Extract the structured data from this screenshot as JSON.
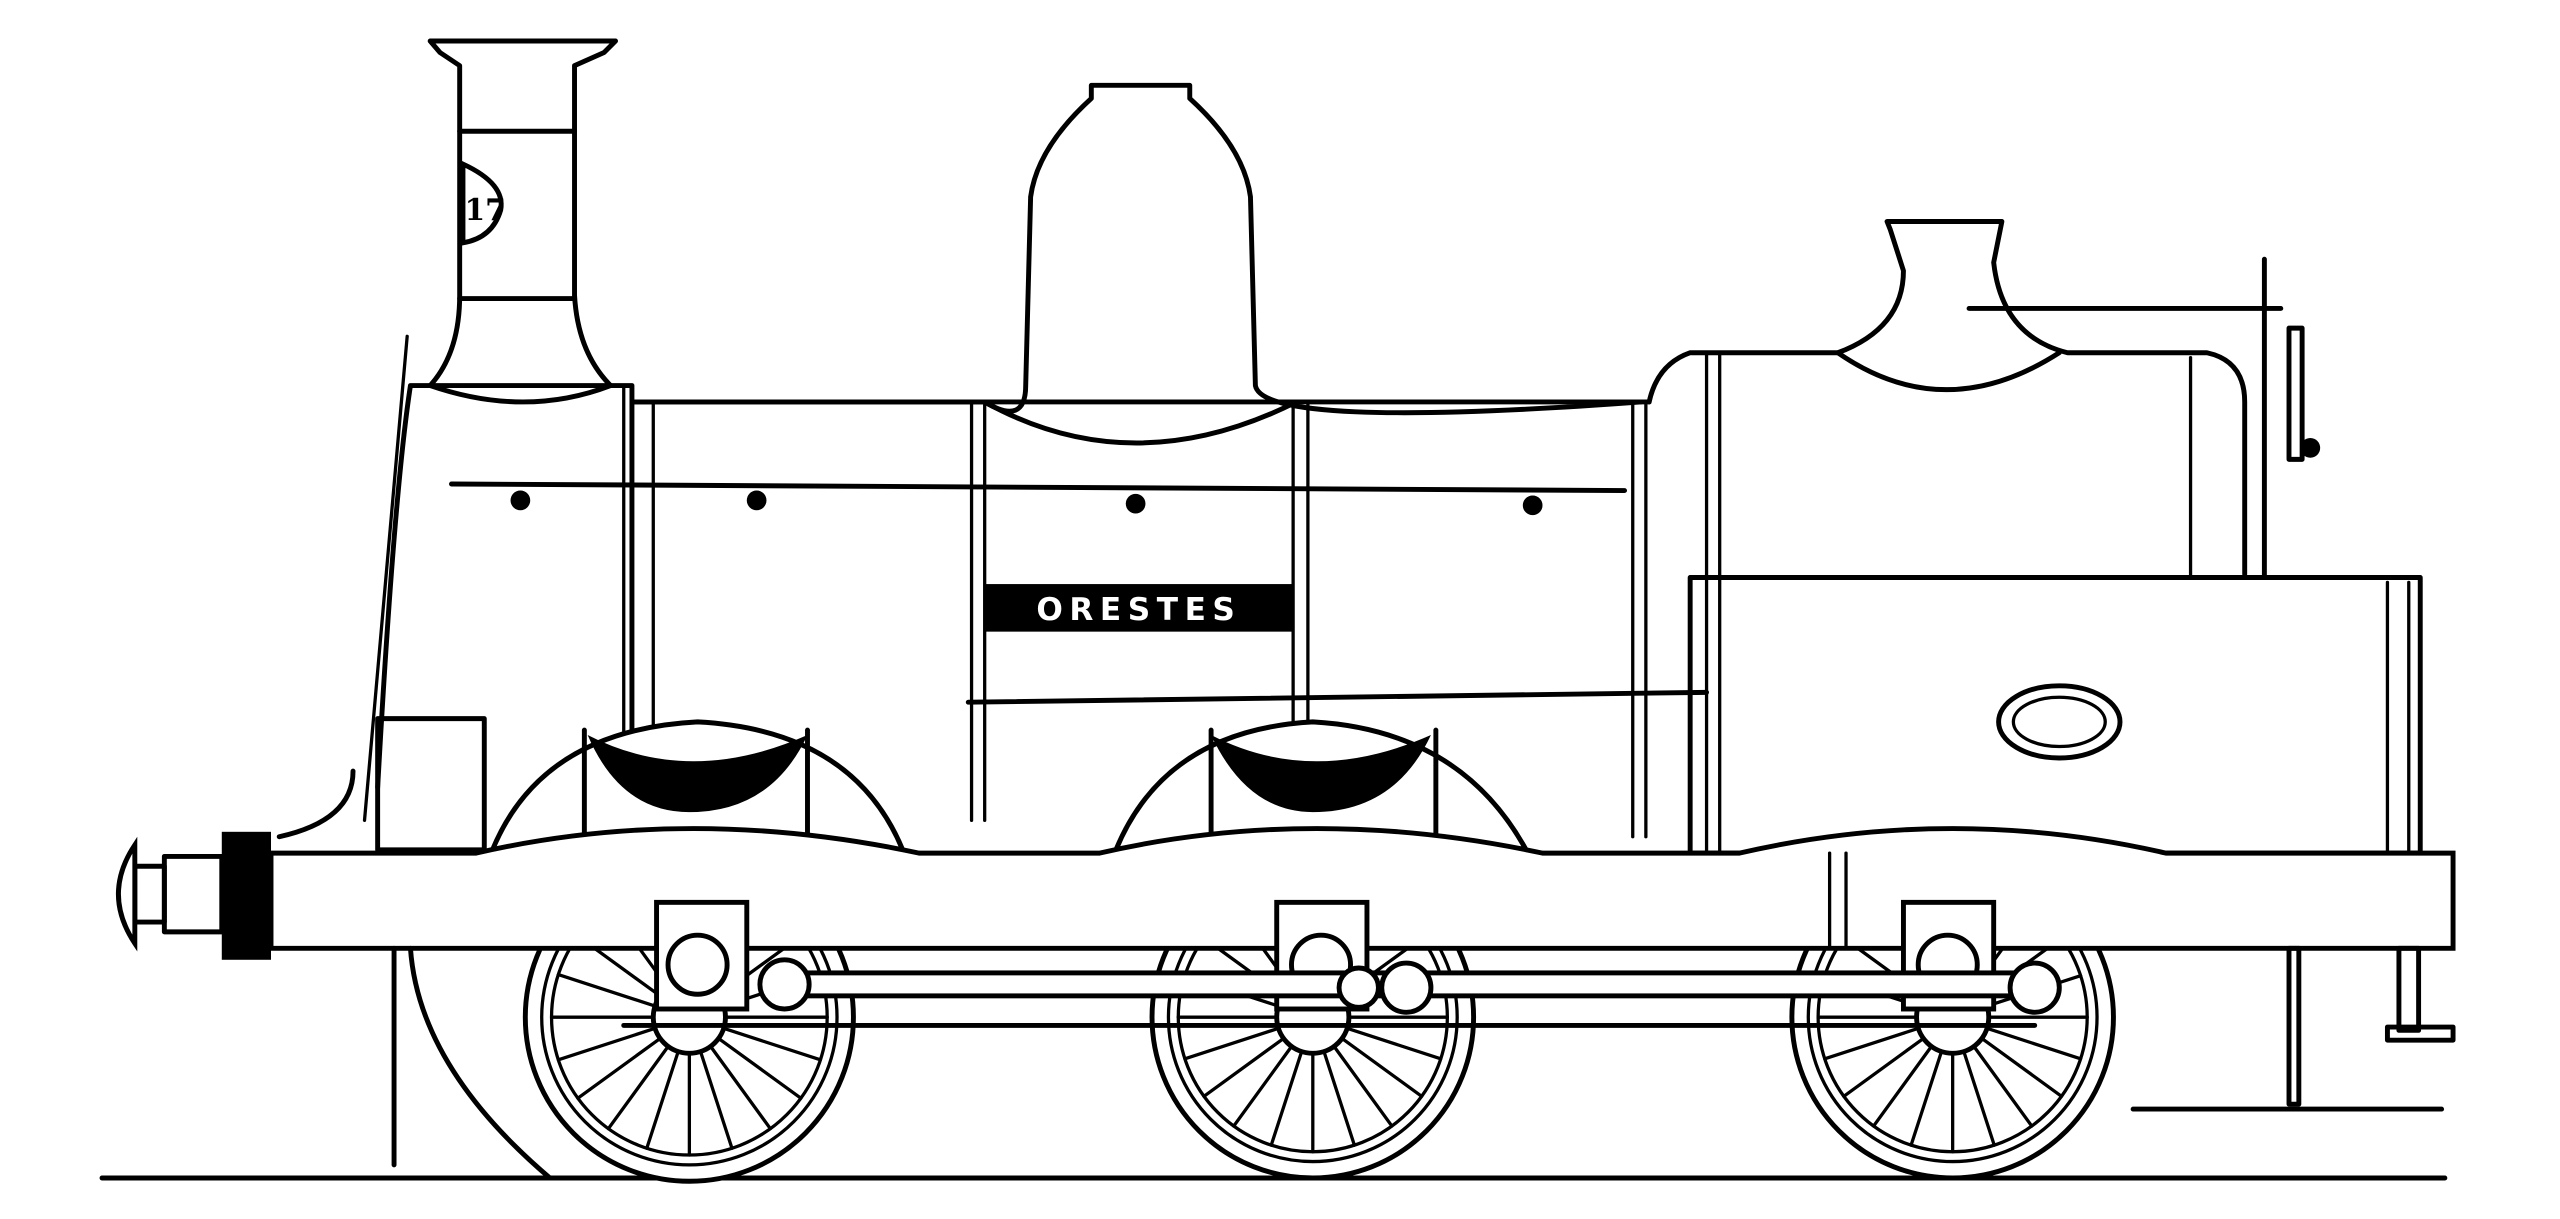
{
  "illustration": {
    "subject": "locomotive",
    "nameplate": "ORESTES",
    "chimney_number": "17",
    "line_color": "#000000",
    "background_color": "#ffffff",
    "wheels": [
      {
        "name": "leading"
      },
      {
        "name": "driving"
      },
      {
        "name": "trailing"
      }
    ]
  }
}
